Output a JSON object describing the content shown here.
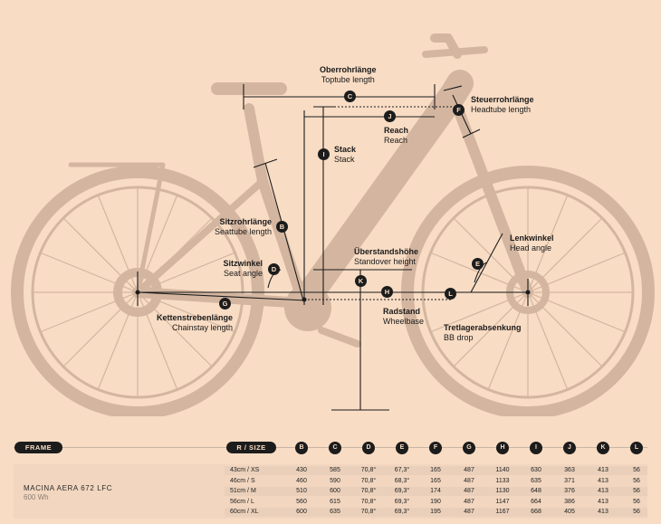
{
  "labels": {
    "toptube": {
      "de": "Oberrohrlänge",
      "en": "Toptube length",
      "key": "C"
    },
    "headtube": {
      "de": "Steuerrohrlänge",
      "en": "Headtube length",
      "key": "F"
    },
    "reach": {
      "de": "Reach",
      "en": "Reach",
      "key": "J"
    },
    "stack": {
      "de": "Stack",
      "en": "Stack",
      "key": "I"
    },
    "seattube": {
      "de": "Sitzrohrlänge",
      "en": "Seattube length",
      "key": "B"
    },
    "seatangle": {
      "de": "Sitzwinkel",
      "en": "Seat angle",
      "key": "D"
    },
    "standover": {
      "de": "Überstandshöhe",
      "en": "Standover height",
      "key": "K"
    },
    "headangle": {
      "de": "Lenkwinkel",
      "en": "Head angle",
      "key": "E"
    },
    "chainstay": {
      "de": "Kettenstrebenlänge",
      "en": "Chainstay length",
      "key": "G"
    },
    "wheelbase": {
      "de": "Radstand",
      "en": "Wheelbase",
      "key": "H"
    },
    "bbdrop": {
      "de": "Tretlagerabsenkung",
      "en": "BB drop",
      "key": "L"
    }
  },
  "table": {
    "frame_label": "FRAME",
    "size_label": "R / SIZE",
    "columns": [
      "B",
      "C",
      "D",
      "E",
      "F",
      "G",
      "H",
      "I",
      "J",
      "K",
      "L"
    ],
    "model": "MACINA AERA 672 LFC",
    "battery": "600 Wh",
    "rows": [
      [
        "43cm / XS",
        "430",
        "585",
        "70,8°",
        "67,3°",
        "165",
        "487",
        "1140",
        "630",
        "363",
        "413",
        "56"
      ],
      [
        "46cm / S",
        "460",
        "590",
        "70,8°",
        "68,3°",
        "165",
        "487",
        "1133",
        "635",
        "371",
        "413",
        "56"
      ],
      [
        "51cm / M",
        "510",
        "600",
        "70,8°",
        "69,3°",
        "174",
        "487",
        "1130",
        "648",
        "376",
        "413",
        "56"
      ],
      [
        "56cm / L",
        "560",
        "615",
        "70,8°",
        "69,3°",
        "190",
        "487",
        "1147",
        "664",
        "386",
        "413",
        "56"
      ],
      [
        "60cm / XL",
        "600",
        "635",
        "70,8°",
        "69,3°",
        "195",
        "487",
        "1167",
        "668",
        "405",
        "413",
        "56"
      ]
    ]
  },
  "colors": {
    "background": "#f8dcc4",
    "bike": "#d4b6a0",
    "ink": "#1c1c1c"
  }
}
